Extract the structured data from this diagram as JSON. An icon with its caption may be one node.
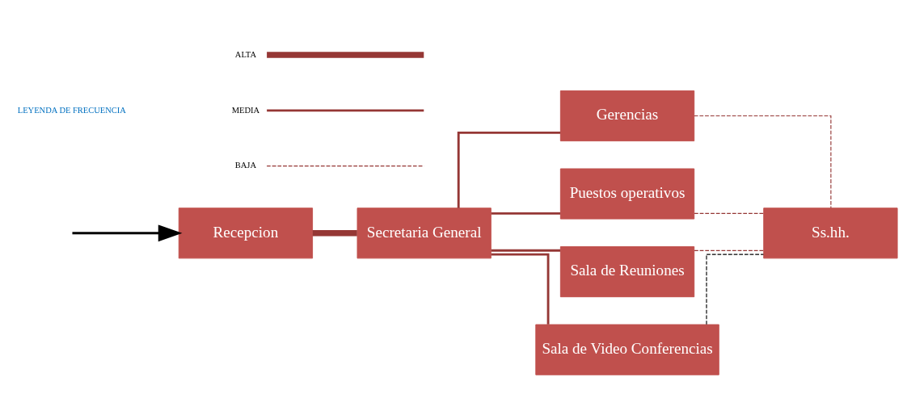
{
  "diagram": {
    "nodes": [
      {
        "text": [
          "Recepcion"
        ]
      },
      {
        "text": [
          "Secretaria General"
        ]
      },
      {
        "text": [
          "Gerencias"
        ]
      },
      {
        "text": [
          "Puestos operativos"
        ]
      },
      {
        "text": [
          "Sala de Reuniones"
        ]
      },
      {
        "text": [
          "Sala de Video Conferencias"
        ]
      },
      {
        "text": [
          "Ss.hh."
        ]
      }
    ],
    "edges": [
      {
        "from": null,
        "to": 0,
        "arrow": "to",
        "color": "#000000"
      },
      {
        "from": 0,
        "to": 1,
        "arrow": "none",
        "style": "thick"
      },
      {
        "from": 1,
        "to": 2,
        "arrow": "none"
      },
      {
        "from": 1,
        "to": 3,
        "arrow": "none"
      },
      {
        "from": 1,
        "to": 4,
        "arrow": "none"
      },
      {
        "from": 1,
        "to": 5,
        "arrow": "none"
      },
      {
        "from": 2,
        "to": 6,
        "arrow": "none",
        "style": "dashed"
      },
      {
        "from": 3,
        "to": 6,
        "arrow": "none",
        "style": "dashed"
      },
      {
        "from": 4,
        "to": 6,
        "arrow": "none",
        "style": "dashed"
      },
      {
        "from": 5,
        "to": 6,
        "arrow": "none",
        "style": "dashed",
        "color": "#000000"
      }
    ],
    "labels": [
      "LEYENDA DE FRECUENCIA"
    ],
    "legend": [
      {
        "text": "ALTA"
      },
      {
        "text": "MEDIA"
      },
      {
        "text": "BAJA"
      }
    ]
  }
}
